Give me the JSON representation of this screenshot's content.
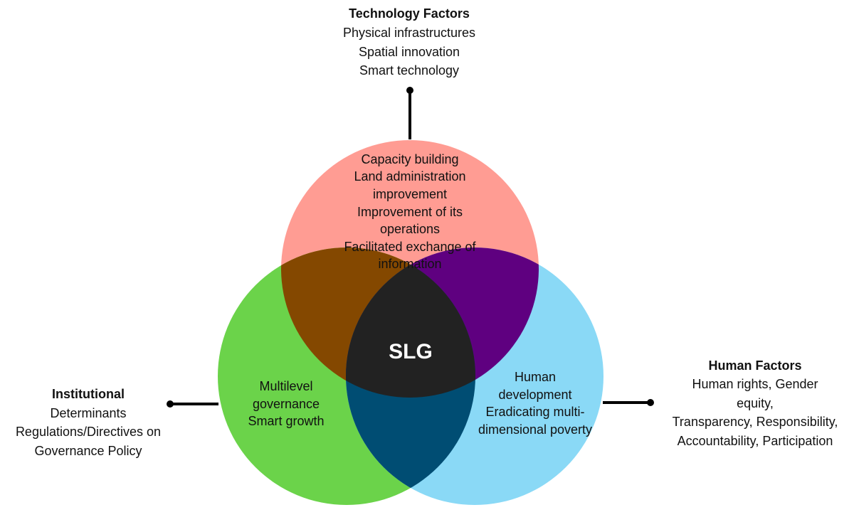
{
  "colors": {
    "circle_top": "#FF9C93",
    "circle_left": "#6BD34A",
    "circle_right": "#8AD9F6",
    "overlap_top_left": "#844800",
    "overlap_top_right": "#5F0080",
    "overlap_left_right": "#004D73",
    "center": "#222222",
    "connector": "#000000"
  },
  "technology": {
    "heading": "Technology Factors",
    "lines": [
      "Physical infrastructures",
      "Spatial innovation",
      "Smart technology"
    ]
  },
  "institutional": {
    "heading": "Institutional",
    "lines": [
      "Determinants",
      "Regulations/Directives on",
      "Governance Policy"
    ]
  },
  "human": {
    "heading": "Human Factors",
    "lines": [
      "Human rights, Gender",
      "equity,",
      "Transparency, Responsibility,",
      "Accountability, Participation"
    ]
  },
  "circle_top": {
    "lines": [
      "Capacity building",
      "Land administration",
      "improvement",
      "Improvement of its",
      "operations",
      "Facilitated exchange of",
      "information"
    ]
  },
  "circle_left": {
    "lines": [
      "Multilevel",
      "governance",
      "Smart growth"
    ]
  },
  "circle_right": {
    "lines": [
      "Human",
      "development",
      "Eradicating multi-",
      "dimensional poverty"
    ]
  },
  "center": {
    "label": "SLG"
  }
}
